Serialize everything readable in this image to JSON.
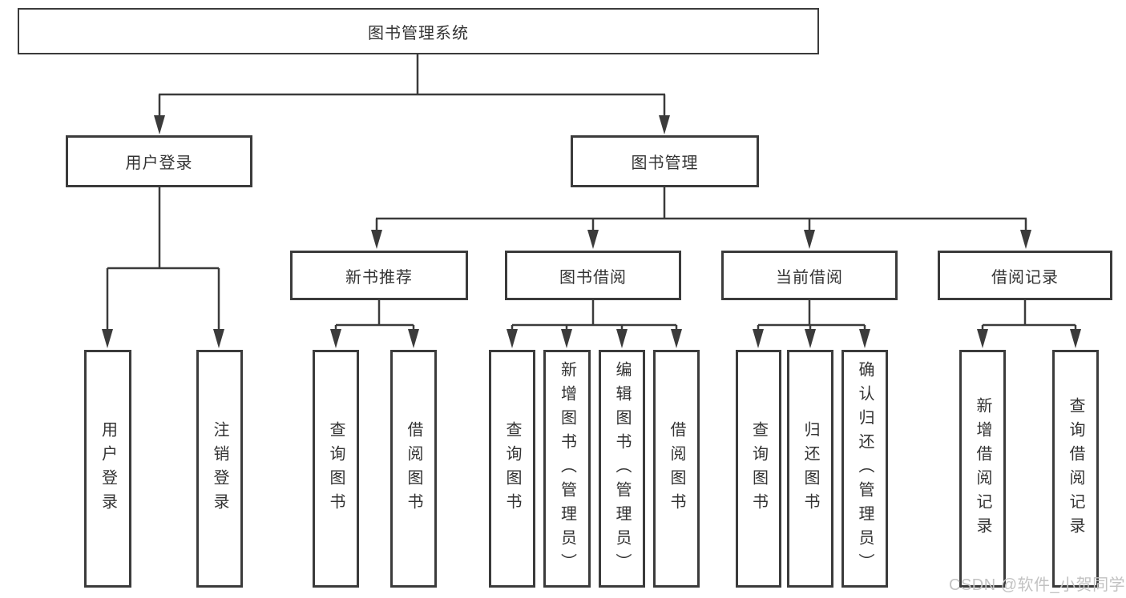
{
  "diagram": {
    "root": {
      "label": "图书管理系统"
    },
    "branches": [
      {
        "label": "用户登录",
        "children": [
          {
            "label": "用户登录"
          },
          {
            "label": "注销登录"
          }
        ]
      },
      {
        "label": "图书管理",
        "children": [
          {
            "label": "新书推荐",
            "children": [
              {
                "label": "查询图书"
              },
              {
                "label": "借阅图书"
              }
            ]
          },
          {
            "label": "图书借阅",
            "children": [
              {
                "label": "查询图书"
              },
              {
                "label": "新增图书（管理员）"
              },
              {
                "label": "编辑图书（管理员）"
              },
              {
                "label": "借阅图书"
              }
            ]
          },
          {
            "label": "当前借阅",
            "children": [
              {
                "label": "查询图书"
              },
              {
                "label": "归还图书"
              },
              {
                "label": "确认归还（管理员）"
              }
            ]
          },
          {
            "label": "借阅记录",
            "children": [
              {
                "label": "新增借阅记录"
              },
              {
                "label": "查询借阅记录"
              }
            ]
          }
        ]
      }
    ]
  },
  "watermark": {
    "text": "CSDN @软件_小贺同学"
  },
  "colors": {
    "line": "#3b3b3b",
    "border": "#3b3b3b",
    "text": "#333333",
    "watermark": "#c2c2c2",
    "background": "#ffffff"
  }
}
